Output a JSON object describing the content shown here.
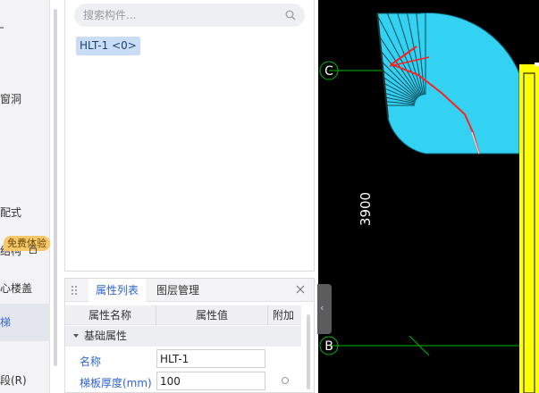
{
  "left_nav": {
    "items": [
      {
        "label": "窗洞",
        "active": false
      },
      {
        "label": "配式",
        "active": false
      },
      {
        "label": "结构",
        "active": false
      },
      {
        "label": "心楼盖",
        "active": false
      },
      {
        "label": "梯",
        "active": true
      },
      {
        "label": "段(R)",
        "active": false
      }
    ],
    "free_badge": "免费体验"
  },
  "component_panel": {
    "search_placeholder": "搜索构件...",
    "selected_component": "HLT-1 <0>"
  },
  "properties_panel": {
    "tabs": [
      {
        "label": "属性列表",
        "active": true
      },
      {
        "label": "图层管理",
        "active": false
      }
    ],
    "columns": [
      "属性名称",
      "属性值",
      "附加"
    ],
    "group": "基础属性",
    "rows": [
      {
        "name": "名称",
        "value": "HLT-1"
      },
      {
        "name": "梯板厚度(mm)",
        "value": "100"
      }
    ]
  },
  "canvas": {
    "axis_labels": [
      "C",
      "B"
    ],
    "dimension_text": "3900",
    "colors": {
      "background": "#000000",
      "stair_fill": "#33d2f2",
      "grid_line": "#00b800",
      "wall": "#ffff00",
      "path": "#ff2020"
    }
  },
  "colors": {
    "accent": "#2f64d0",
    "chip_bg": "#c9def6",
    "badge_bg": "#f6c86a"
  }
}
